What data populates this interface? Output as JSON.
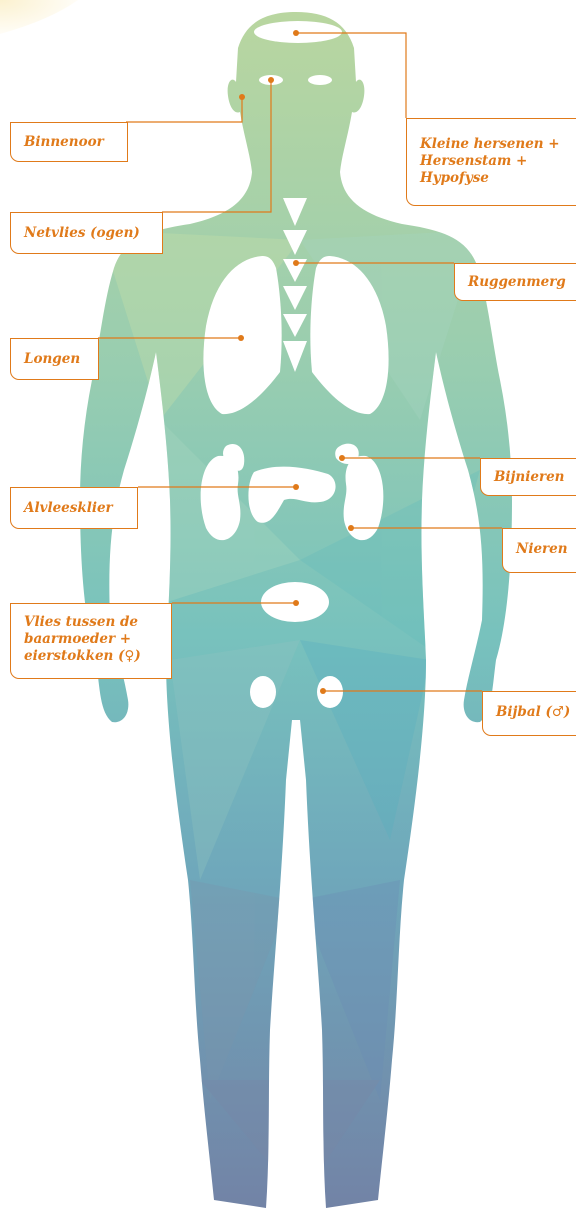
{
  "colors": {
    "accent": "#e07a1a",
    "body_top": "#b7d3a1",
    "body_mid": "#7cc3bd",
    "body_bottom": "#7287a8",
    "organ": "#ffffff",
    "corner_glow": "#fbf3d6"
  },
  "labels": {
    "binnenoor": "Binnenoor",
    "netvlies": "Netvlies (ogen)",
    "longen": "Longen",
    "alvleesklier": "Alvleesklier",
    "vlies": [
      "Vlies tussen de",
      "baarmoeder +",
      "eierstokken (♀)"
    ],
    "kleine_hersenen": [
      "Kleine hersenen +",
      "Hersenstam +",
      "Hypofyse"
    ],
    "ruggenmerg": "Ruggenmerg",
    "bijnieren": "Bijnieren",
    "nieren": "Nieren",
    "bijbal": "Bijbal (♂)"
  }
}
